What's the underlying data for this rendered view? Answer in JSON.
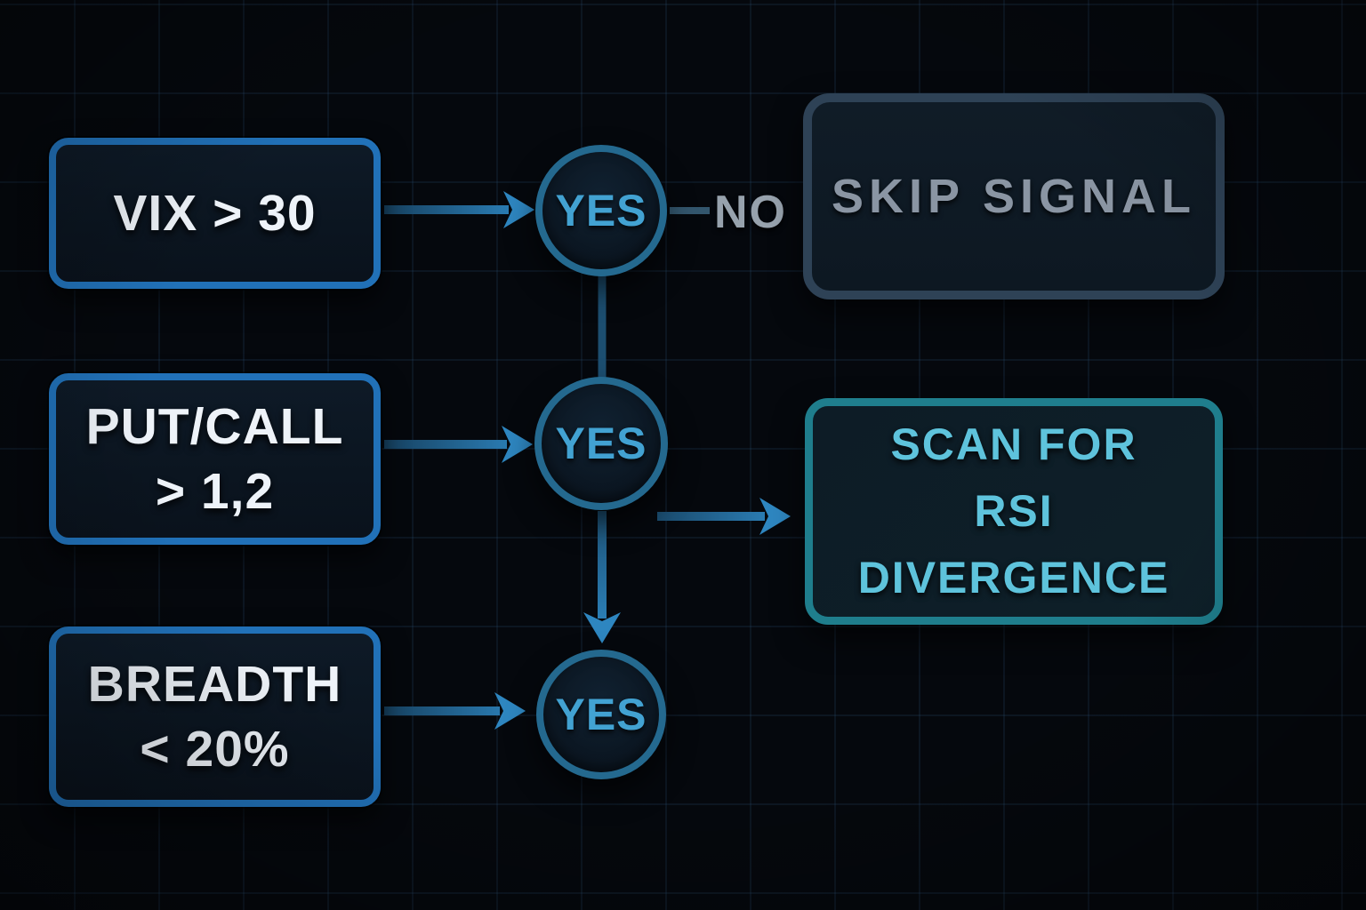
{
  "diagram": {
    "type": "flowchart",
    "theme": "dark-trading-dashboard",
    "background": {
      "base_color": "#05080d",
      "grid_line_color": "#284e73"
    },
    "palette": {
      "condition_border": "#2171b8",
      "condition_fill": "#0c1621",
      "condition_text": "#eef3f9",
      "decision_border": "#24698f",
      "decision_text": "#42a2d2",
      "no_text": "#97a2ad",
      "skip_border": "#2e4256",
      "skip_text": "#8a95a3",
      "scan_border": "#1f7e8d",
      "scan_text": "#5ec3dc",
      "arrow_color": "#2e86c0"
    },
    "nodes": {
      "conditions": [
        {
          "id": "vix",
          "lines": [
            "VIX > 30"
          ]
        },
        {
          "id": "putcall",
          "lines": [
            "PUT/CALL",
            "> 1,2"
          ]
        },
        {
          "id": "breadth",
          "lines": [
            "BREADTH",
            "< 20%"
          ]
        }
      ],
      "decisions": [
        {
          "id": "decision-1",
          "label": "YES"
        },
        {
          "id": "decision-2",
          "label": "YES"
        },
        {
          "id": "decision-3",
          "label": "YES"
        }
      ],
      "outcomes": {
        "skip": {
          "lines": [
            "SKIP SIGNAL"
          ]
        },
        "scan": {
          "lines": [
            "SCAN FOR",
            "RSI DIVERGENCE"
          ]
        }
      }
    },
    "edge_labels": {
      "no": "NO"
    },
    "edges": [
      "VIX > 30 -> YES (decision-1)",
      "PUT/CALL > 1,2 -> YES (decision-2)",
      "BREADTH < 20% -> YES (decision-3)",
      "decision-1 -> NO -> SKIP SIGNAL",
      "decision-1 -> decision-2",
      "decision-2 -> decision-3",
      "decision-2 -> SCAN FOR RSI DIVERGENCE"
    ]
  }
}
